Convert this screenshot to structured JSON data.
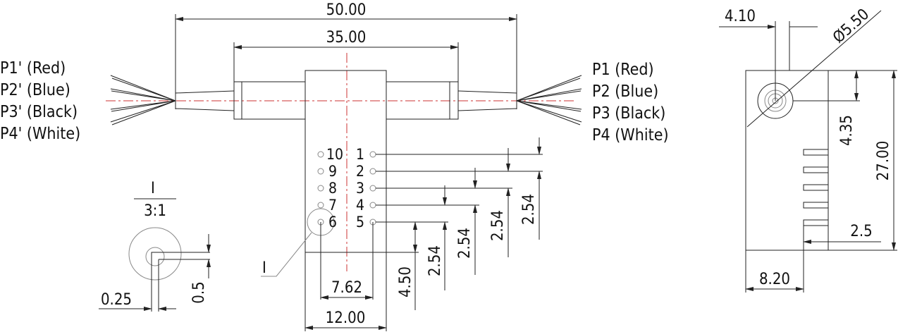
{
  "title_hidden": null,
  "wire_labels_left": [
    "P1' (Red)",
    "P2' (Blue)",
    "P3' (Black)",
    "P4' (White)"
  ],
  "wire_labels_right": [
    "P1 (Red)",
    "P2 (Blue)",
    "P3 (Black)",
    "P4 (White)"
  ],
  "pins_left": [
    "10",
    "9",
    "8",
    "7",
    "6"
  ],
  "pins_right": [
    "1",
    "2",
    "3",
    "4",
    "5"
  ],
  "dimensions": {
    "overall_length": "50.00",
    "barrel_length": "35.00",
    "pin_row_spacing": "7.62",
    "body_width": "12.00",
    "pin_offset": "4.50",
    "pitch": "2.54",
    "side_offset": "4.10",
    "diameter": "Ø5.50",
    "center_height": "4.35",
    "body_height": "27.00",
    "pin_length": "2.5",
    "body_depth": "8.20",
    "detail_pin_width": "0.25",
    "detail_pin_len": "0.5"
  },
  "detail": {
    "label": "I",
    "scale": "3:1"
  },
  "colors": {
    "centerline": "#cc3333",
    "line": "#222222"
  }
}
